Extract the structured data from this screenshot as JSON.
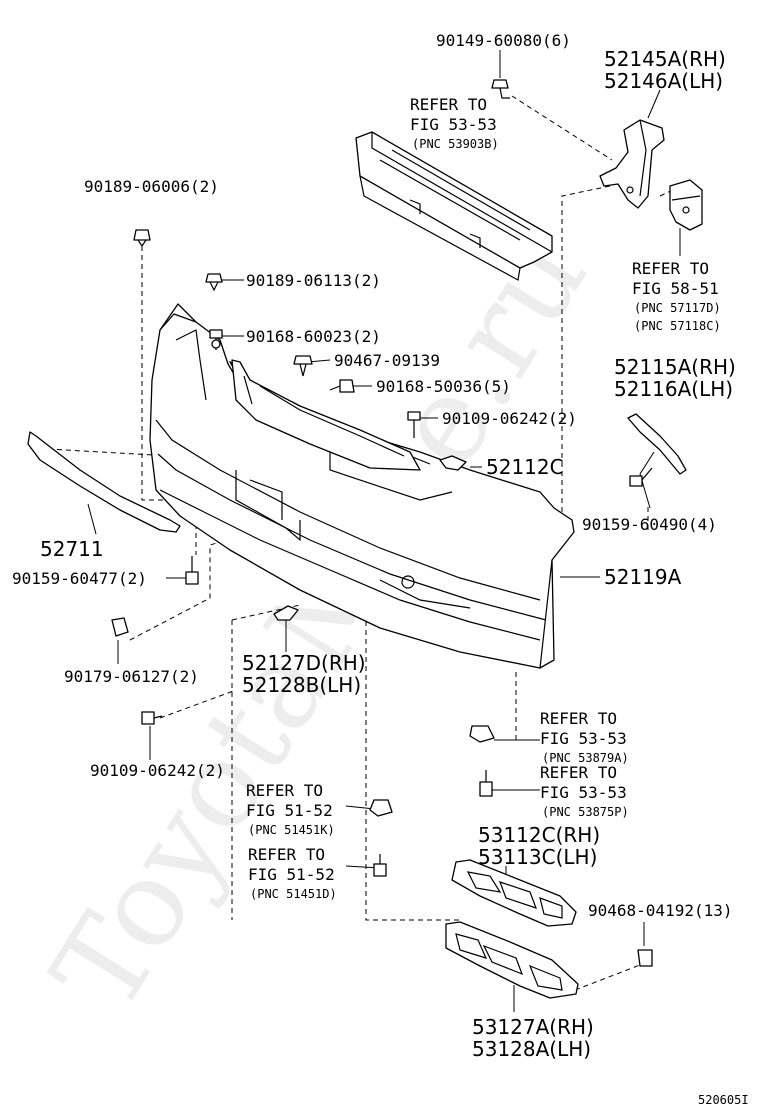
{
  "watermark": "ToyotaMine.ru",
  "figure_code": "520605I",
  "labels": {
    "p90149": "90149-60080(6)",
    "p52145a": "52145A(RH)",
    "p52146a": "52146A(LH)",
    "ref1_a": "REFER TO",
    "ref1_b": "FIG 53-53",
    "ref1_c": "(PNC 53903B)",
    "p90189_06006": "90189-06006(2)",
    "ref2_a": "REFER TO",
    "ref2_b": "FIG 58-51",
    "ref2_c": "(PNC 57117D)",
    "ref2_d": "(PNC 57118C)",
    "p90189_06113": "90189-06113(2)",
    "p90168_60023": "90168-60023(2)",
    "p90467": "90467-09139",
    "p90168_50036": "90168-50036(5)",
    "p52115a": "52115A(RH)",
    "p52116a": "52116A(LH)",
    "p90109_top": "90109-06242(2)",
    "p52112c": "52112C",
    "p90159_60490": "90159-60490(4)",
    "p52711": "52711",
    "p90159_60477": "90159-60477(2)",
    "p52119a": "52119A",
    "p90179": "90179-06127(2)",
    "p52127d": "52127D(RH)",
    "p52128b": "52128B(LH)",
    "p90109_bot": "90109-06242(2)",
    "ref3_a": "REFER TO",
    "ref3_b": "FIG 53-53",
    "ref3_c": "(PNC 53879A)",
    "ref4_a": "REFER TO",
    "ref4_b": "FIG 53-53",
    "ref4_c": "(PNC 53875P)",
    "ref5_a": "REFER TO",
    "ref5_b": "FIG 51-52",
    "ref5_c": "(PNC 51451K)",
    "p53112c": "53112C(RH)",
    "p53113c": "53113C(LH)",
    "ref6_a": "REFER TO",
    "ref6_b": "FIG 51-52",
    "ref6_c": "(PNC 51451D)",
    "p90468": "90468-04192(13)",
    "p53127a": "53127A(RH)",
    "p53128a": "53128A(LH)"
  }
}
